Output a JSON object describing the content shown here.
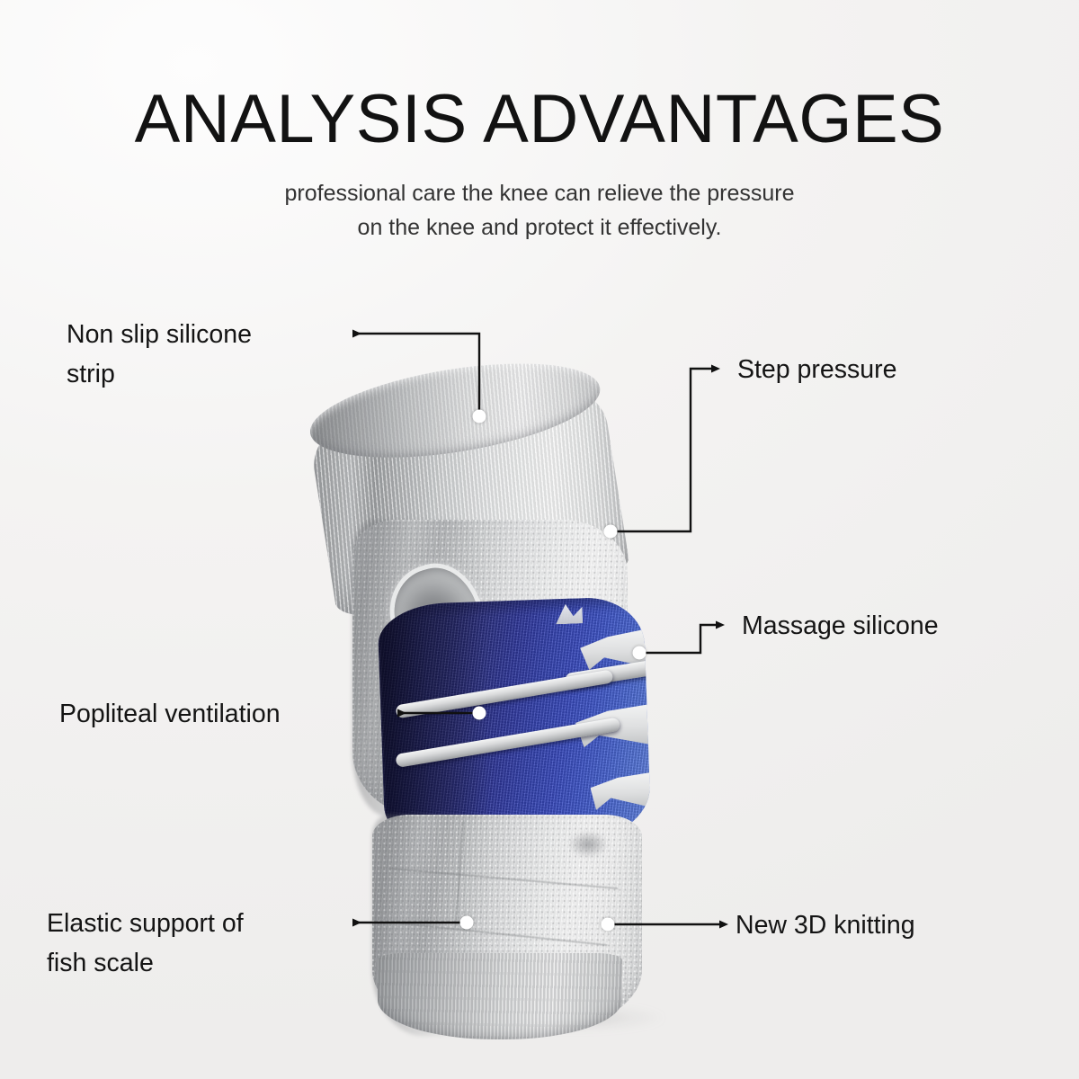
{
  "page": {
    "background_color": "#f1f0ef",
    "title": "ANALYSIS ADVANTAGES",
    "subtitle_line1": "professional care the knee can relieve the pressure",
    "subtitle_line2": "on the knee and protect it effectively."
  },
  "product": {
    "name": "knee-brace-compression-sleeve",
    "colors": {
      "knit_light_gray": "#f1f1f1",
      "knit_mid_gray": "#c6c8c9",
      "knit_shadow_gray": "#9d9fa1",
      "band_navy": "#1c1c46",
      "band_blue": "#3544b4",
      "band_bright_blue": "#5677dc",
      "silicone_stripe_gray": "#dadbdc"
    }
  },
  "callouts": [
    {
      "id": "non-slip-silicone-strip",
      "label_line1": "Non slip silicone",
      "label_line2": "strip",
      "arrow_direction": "left"
    },
    {
      "id": "step-pressure",
      "label_line1": "Step pressure",
      "label_line2": "",
      "arrow_direction": "right"
    },
    {
      "id": "massage-silicone",
      "label_line1": "Massage silicone",
      "label_line2": "",
      "arrow_direction": "right"
    },
    {
      "id": "popliteal-ventilation",
      "label_line1": "Popliteal ventilation",
      "label_line2": "",
      "arrow_direction": "left"
    },
    {
      "id": "elastic-support-of-fish-scale",
      "label_line1": "Elastic support of",
      "label_line2": "fish scale",
      "arrow_direction": "left"
    },
    {
      "id": "new-3d-knitting",
      "label_line1": "New 3D knitting",
      "label_line2": "",
      "arrow_direction": "right"
    }
  ]
}
